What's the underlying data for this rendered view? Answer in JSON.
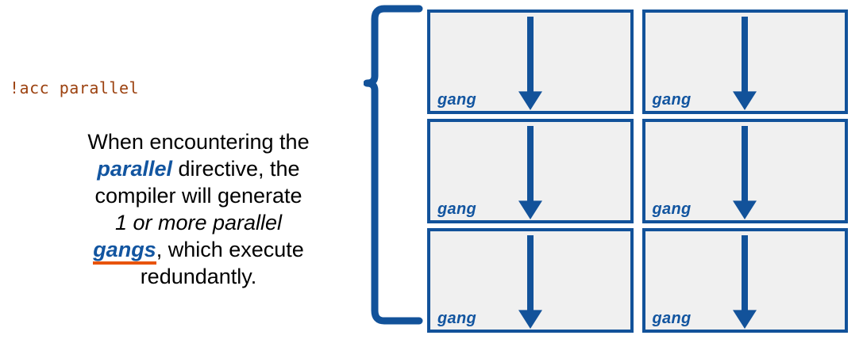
{
  "slide": {
    "code_directive": "!acc parallel",
    "description": {
      "line1": "When encountering the",
      "keyword_parallel": "parallel",
      "line2_rest": " directive, the",
      "line3": "compiler will generate",
      "emphasis": "1 or more parallel",
      "keyword_gangs": "gangs",
      "line5_rest": ", which execute",
      "line6": "redundantly."
    }
  },
  "colors": {
    "code_text": "#9C4210",
    "keyword_blue": "#1255A0",
    "underline_orange": "#E8540C",
    "box_border": "#12529A",
    "box_fill": "#F0F0F0",
    "brace": "#12529A",
    "body_text": "#000000"
  },
  "grid": {
    "rows": 3,
    "columns": 2,
    "cells": [
      {
        "label": "gang",
        "arrow": "down-arrow-icon"
      },
      {
        "label": "gang",
        "arrow": "down-arrow-icon"
      },
      {
        "label": "gang",
        "arrow": "down-arrow-icon"
      },
      {
        "label": "gang",
        "arrow": "down-arrow-icon"
      },
      {
        "label": "gang",
        "arrow": "down-arrow-icon"
      },
      {
        "label": "gang",
        "arrow": "down-arrow-icon"
      }
    ]
  },
  "brace": {
    "icon": "left-curly-brace-icon",
    "orientation": "opens-right"
  }
}
